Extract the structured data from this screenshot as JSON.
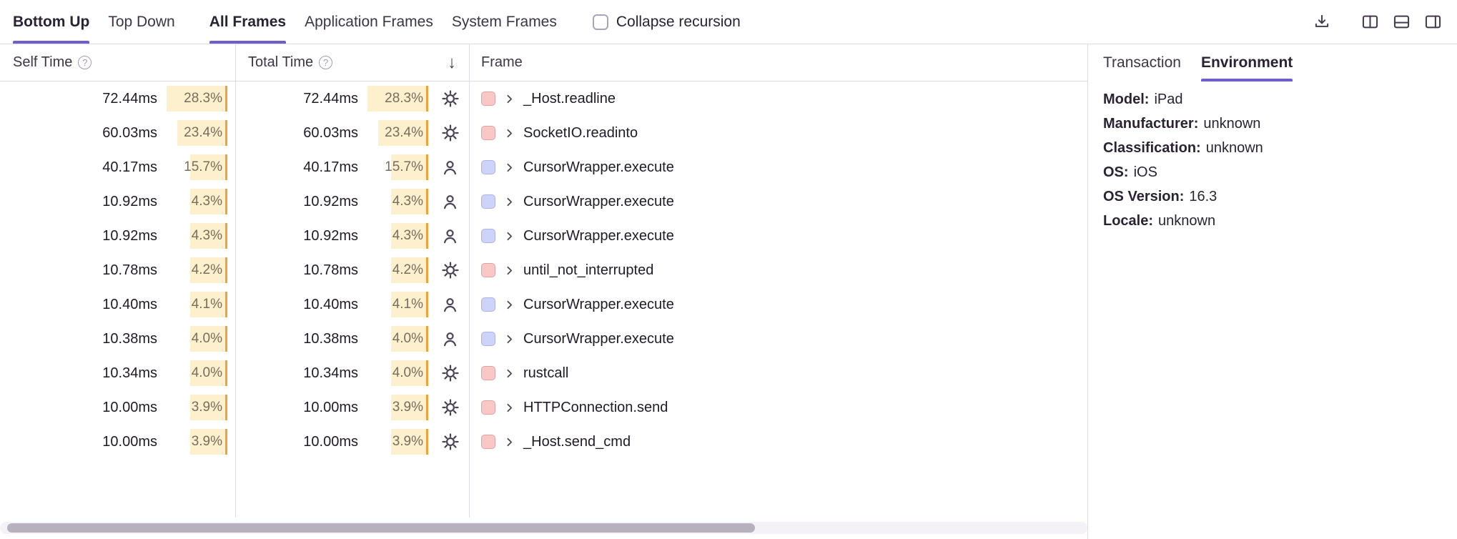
{
  "colors": {
    "accent_purple": "#6c5fc7",
    "percent_bar_fill": "#fdf0cd",
    "percent_bar_edge": "#f0a13e",
    "system_frame_fill": "#f7c8c5",
    "system_frame_border": "#e2a39e",
    "application_frame_fill": "#cdd4f8",
    "application_frame_border": "#a9b5f0"
  },
  "glyphs": {
    "help": "?",
    "sort_desc": "↓"
  },
  "toolbar": {
    "view_tabs": [
      {
        "label": "Bottom Up",
        "active": true
      },
      {
        "label": "Top Down",
        "active": false
      }
    ],
    "filter_tabs": [
      {
        "label": "All Frames",
        "active": true
      },
      {
        "label": "Application Frames",
        "active": false
      },
      {
        "label": "System Frames",
        "active": false
      }
    ],
    "collapse_recursion": {
      "label": "Collapse recursion",
      "checked": false
    },
    "action_icons": [
      "download-icon",
      "layout-columns-icon",
      "layout-bottom-panel-icon",
      "layout-right-panel-icon"
    ]
  },
  "table": {
    "headers": {
      "self_time": "Self Time",
      "total_time": "Total Time",
      "frame": "Frame"
    },
    "sorted_by": "total_time",
    "max_percent": 28.3,
    "rows": [
      {
        "self_time": "72.44ms",
        "self_percent": "28.3%",
        "total_time": "72.44ms",
        "total_percent": "28.3%",
        "percent": 28.3,
        "icon": "gear",
        "frame_type": "system",
        "frame": "_Host.readline"
      },
      {
        "self_time": "60.03ms",
        "self_percent": "23.4%",
        "total_time": "60.03ms",
        "total_percent": "23.4%",
        "percent": 23.4,
        "icon": "gear",
        "frame_type": "system",
        "frame": "SocketIO.readinto"
      },
      {
        "self_time": "40.17ms",
        "self_percent": "15.7%",
        "total_time": "40.17ms",
        "total_percent": "15.7%",
        "percent": 15.7,
        "icon": "user",
        "frame_type": "application",
        "frame": "CursorWrapper.execute"
      },
      {
        "self_time": "10.92ms",
        "self_percent": "4.3%",
        "total_time": "10.92ms",
        "total_percent": "4.3%",
        "percent": 4.3,
        "icon": "user",
        "frame_type": "application",
        "frame": "CursorWrapper.execute"
      },
      {
        "self_time": "10.92ms",
        "self_percent": "4.3%",
        "total_time": "10.92ms",
        "total_percent": "4.3%",
        "percent": 4.3,
        "icon": "user",
        "frame_type": "application",
        "frame": "CursorWrapper.execute"
      },
      {
        "self_time": "10.78ms",
        "self_percent": "4.2%",
        "total_time": "10.78ms",
        "total_percent": "4.2%",
        "percent": 4.2,
        "icon": "gear",
        "frame_type": "system",
        "frame": "until_not_interrupted"
      },
      {
        "self_time": "10.40ms",
        "self_percent": "4.1%",
        "total_time": "10.40ms",
        "total_percent": "4.1%",
        "percent": 4.1,
        "icon": "user",
        "frame_type": "application",
        "frame": "CursorWrapper.execute"
      },
      {
        "self_time": "10.38ms",
        "self_percent": "4.0%",
        "total_time": "10.38ms",
        "total_percent": "4.0%",
        "percent": 4.0,
        "icon": "user",
        "frame_type": "application",
        "frame": "CursorWrapper.execute"
      },
      {
        "self_time": "10.34ms",
        "self_percent": "4.0%",
        "total_time": "10.34ms",
        "total_percent": "4.0%",
        "percent": 4.0,
        "icon": "gear",
        "frame_type": "system",
        "frame": "rustcall"
      },
      {
        "self_time": "10.00ms",
        "self_percent": "3.9%",
        "total_time": "10.00ms",
        "total_percent": "3.9%",
        "percent": 3.9,
        "icon": "gear",
        "frame_type": "system",
        "frame": "HTTPConnection.send"
      },
      {
        "self_time": "10.00ms",
        "self_percent": "3.9%",
        "total_time": "10.00ms",
        "total_percent": "3.9%",
        "percent": 3.9,
        "icon": "gear",
        "frame_type": "system",
        "frame": "_Host.send_cmd"
      }
    ]
  },
  "sidebar": {
    "tabs": [
      {
        "label": "Transaction",
        "active": false
      },
      {
        "label": "Environment",
        "active": true
      }
    ],
    "environment": [
      {
        "key": "Model:",
        "value": "iPad"
      },
      {
        "key": "Manufacturer:",
        "value": "unknown"
      },
      {
        "key": "Classification:",
        "value": "unknown"
      },
      {
        "key": "OS:",
        "value": "iOS"
      },
      {
        "key": "OS Version:",
        "value": "16.3"
      },
      {
        "key": "Locale:",
        "value": "unknown"
      }
    ]
  }
}
